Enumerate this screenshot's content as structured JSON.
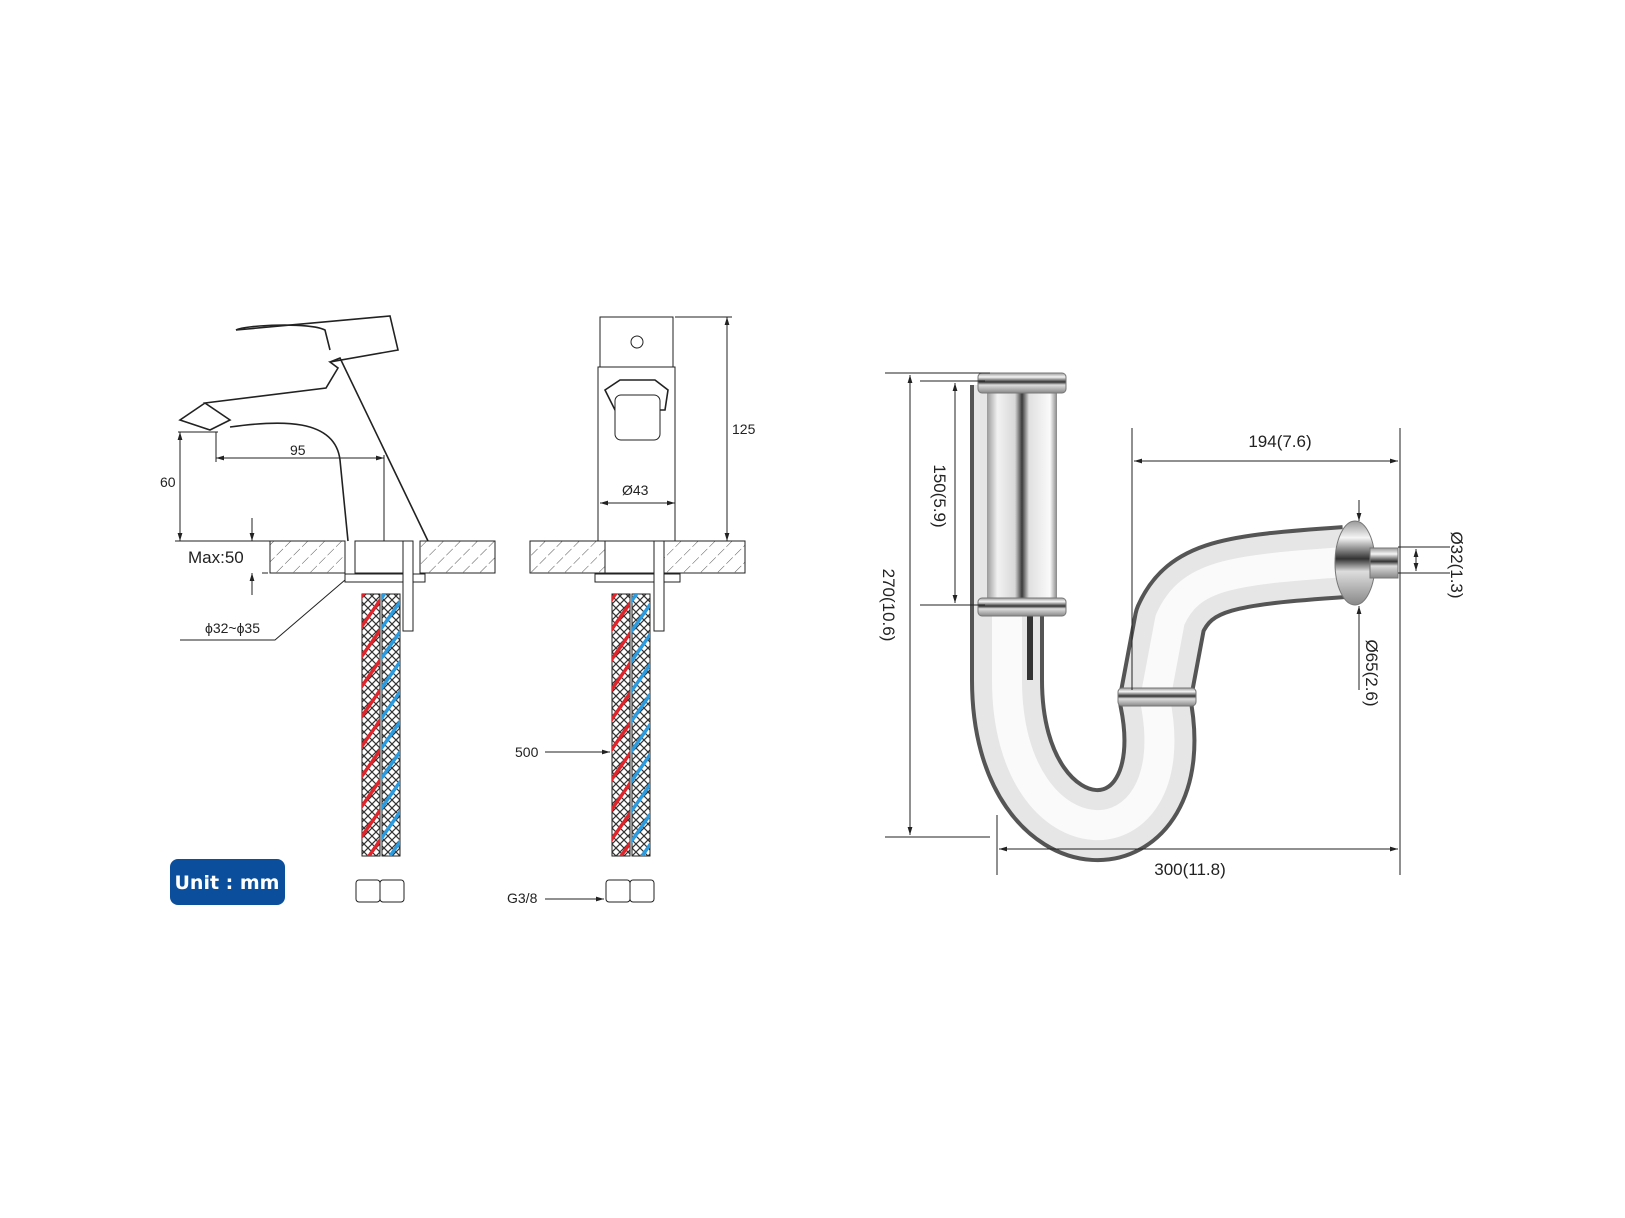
{
  "faucet_side": {
    "spout_height": "60",
    "spout_reach": "95",
    "max_thickness": "Max:50",
    "hole_diameter": "ϕ32~ϕ35"
  },
  "faucet_front": {
    "height": "125",
    "body_diameter": "Ø43",
    "hose_length": "500",
    "connector": "G3/8"
  },
  "unit_badge": "Unit : mm",
  "trap": {
    "total_height": "270(10.6)",
    "upper_tube": "150(5.9)",
    "outlet_depth": "194(7.6)",
    "total_width": "300(11.8)",
    "outlet_diameter": "Ø32(1.3)",
    "flange_diameter": "Ø65(2.6)"
  },
  "colors": {
    "hot": "#e0242b",
    "cold": "#2b9be0",
    "badge": "#0b4f9c"
  }
}
